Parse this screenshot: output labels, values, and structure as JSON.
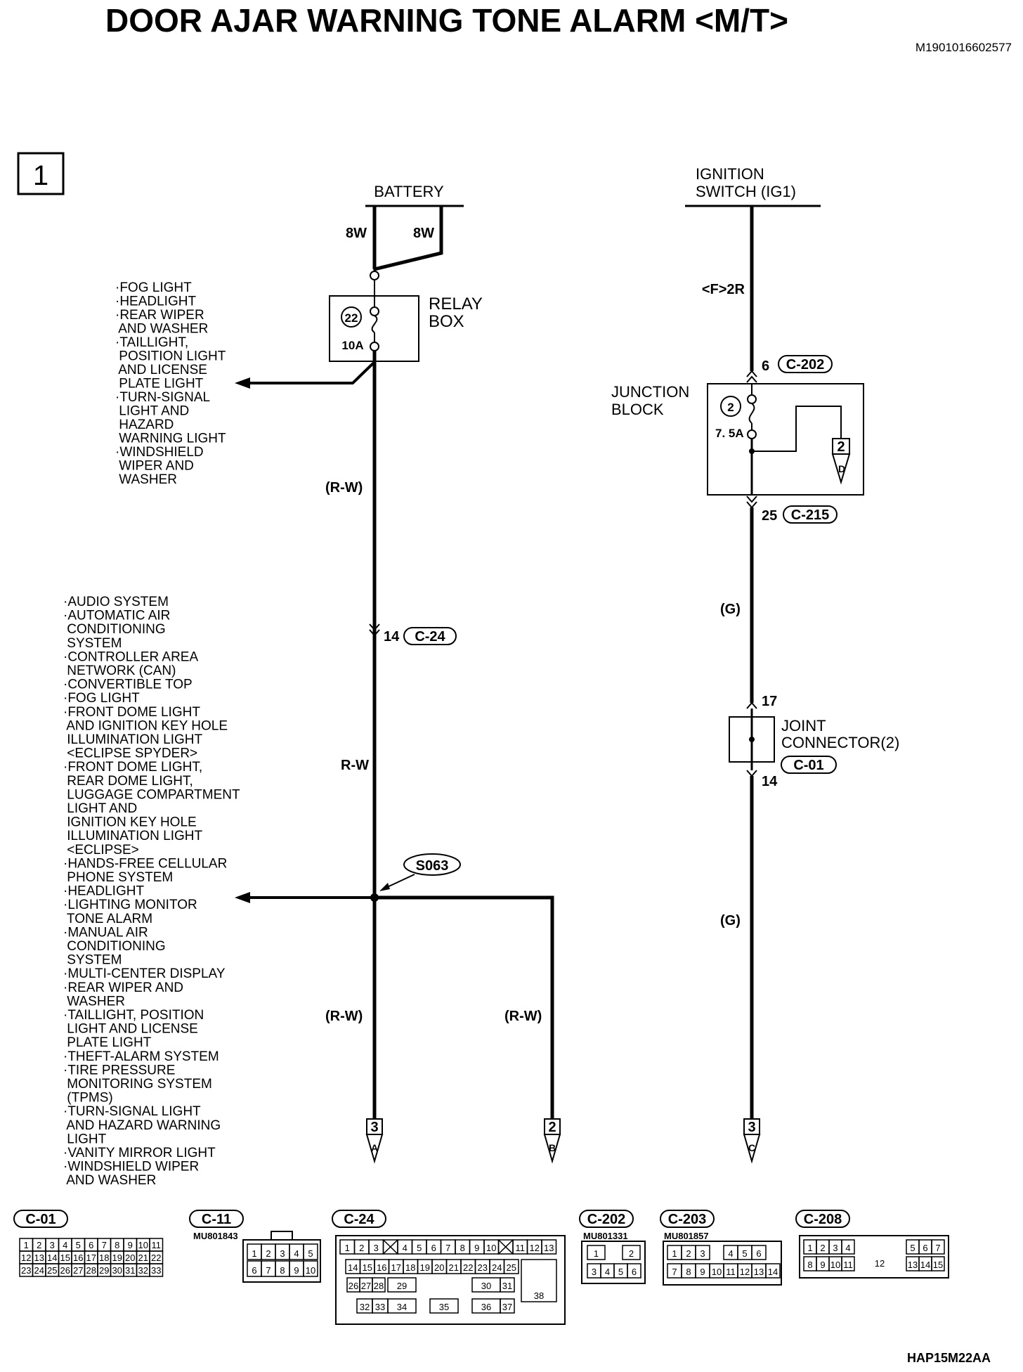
{
  "title": "DOOR AJAR WARNING TONE ALARM <M/T>",
  "doc_id": "M1901016602577",
  "footer_code": "HAP15M22AA",
  "page_number": "1",
  "battery": {
    "label": "BATTERY",
    "wire_left": "8W",
    "wire_right": "8W"
  },
  "relay_box": {
    "label_line1": "RELAY",
    "label_line2": "BOX",
    "fuse_number": "22",
    "fuse_rating": "10A"
  },
  "relay_list": [
    "·FOG LIGHT",
    "·HEADLIGHT",
    "·REAR WIPER",
    " AND WASHER",
    "·TAILLIGHT,",
    " POSITION LIGHT",
    " AND LICENSE",
    " PLATE LIGHT",
    "·TURN-SIGNAL",
    " LIGHT AND",
    " HAZARD",
    " WARNING LIGHT",
    "·WINDSHIELD",
    " WIPER AND",
    " WASHER"
  ],
  "wires": {
    "rw1": "(R-W)",
    "rw2": "R-W",
    "rw3": "(R-W)",
    "rw4": "(R-W)",
    "f2r": "<F>2R",
    "g1": "(G)",
    "g2": "(G)"
  },
  "connector_tags": {
    "c24_pin": "14",
    "c24": "C-24",
    "c202_pin": "6",
    "c202": "C-202",
    "c215_pin": "25",
    "c215": "C-215",
    "c01_top_pin": "17",
    "c01_bottom_pin": "14",
    "c01": "C-01"
  },
  "splice": "S063",
  "ignition": {
    "line1": "IGNITION",
    "line2": "SWITCH (IG1)"
  },
  "junction_block": {
    "line1": "JUNCTION",
    "line2": "BLOCK",
    "fuse_number": "2",
    "fuse_rating": "7. 5A",
    "out_pin": "2",
    "out_letter": "D"
  },
  "joint_connector": {
    "line1": "JOINT",
    "line2": "CONNECTOR(2)"
  },
  "terminals": [
    {
      "pin": "3",
      "letter": "A"
    },
    {
      "pin": "2",
      "letter": "B"
    },
    {
      "pin": "3",
      "letter": "C"
    }
  ],
  "splice_list": [
    "·AUDIO SYSTEM",
    "·AUTOMATIC AIR",
    " CONDITIONING",
    " SYSTEM",
    "·CONTROLLER AREA",
    " NETWORK (CAN)",
    "·CONVERTIBLE TOP",
    "·FOG LIGHT",
    "·FRONT DOME LIGHT",
    " AND IGNITION KEY HOLE",
    " ILLUMINATION LIGHT",
    " <ECLIPSE SPYDER>",
    "·FRONT DOME LIGHT,",
    " REAR DOME LIGHT,",
    " LUGGAGE COMPARTMENT",
    " LIGHT AND",
    " IGNITION KEY HOLE",
    " ILLUMINATION LIGHT",
    " <ECLIPSE>",
    "·HANDS-FREE CELLULAR",
    " PHONE SYSTEM",
    "·HEADLIGHT",
    "·LIGHTING MONITOR",
    " TONE ALARM",
    "·MANUAL AIR",
    " CONDITIONING",
    " SYSTEM",
    "·MULTI-CENTER DISPLAY",
    "·REAR WIPER AND",
    " WASHER",
    "·TAILLIGHT, POSITION",
    " LIGHT AND LICENSE",
    " PLATE LIGHT",
    "·THEFT-ALARM SYSTEM",
    "·TIRE PRESSURE",
    " MONITORING SYSTEM",
    " (TPMS)",
    "·TURN-SIGNAL LIGHT",
    " AND HAZARD WARNING",
    " LIGHT",
    "·VANITY MIRROR LIGHT",
    "·WINDSHIELD WIPER",
    " AND WASHER"
  ],
  "connectors": {
    "c01": {
      "name": "C-01",
      "rows": [
        [
          "1",
          "2",
          "3",
          "4",
          "5",
          "6",
          "7",
          "8",
          "9",
          "10",
          "11"
        ],
        [
          "12",
          "13",
          "14",
          "15",
          "16",
          "17",
          "18",
          "19",
          "20",
          "21",
          "22"
        ],
        [
          "23",
          "24",
          "25",
          "26",
          "27",
          "28",
          "29",
          "30",
          "31",
          "32",
          "33"
        ]
      ]
    },
    "c11": {
      "name": "C-11",
      "part": "MU801843",
      "rows": [
        [
          "1",
          "2",
          "3",
          "4",
          "5"
        ],
        [
          "6",
          "7",
          "8",
          "9",
          "10"
        ]
      ]
    },
    "c24": {
      "name": "C-24",
      "row1": [
        "1",
        "2",
        "3",
        "",
        "4",
        "5",
        "6",
        "7",
        "8",
        "9",
        "10",
        "",
        "11",
        "12",
        "13"
      ],
      "row2": [
        "14",
        "15",
        "16",
        "17",
        "18",
        "19",
        "20",
        "21",
        "22",
        "23",
        "24",
        "25"
      ],
      "row3": [
        "26",
        "27",
        "28",
        "29",
        "30",
        "31"
      ],
      "row4": [
        "32",
        "33",
        "34",
        "35",
        "36",
        "37"
      ],
      "big": "38"
    },
    "c202": {
      "name": "C-202",
      "part": "MU801331",
      "rows": [
        [
          "1",
          "",
          "2"
        ],
        [
          "3",
          "4",
          "5",
          "6"
        ]
      ]
    },
    "c203": {
      "name": "C-203",
      "part": "MU801857",
      "rows": [
        [
          "1",
          "2",
          "3",
          "",
          "4",
          "5",
          "6"
        ],
        [
          "7",
          "8",
          "9",
          "10",
          "11",
          "12",
          "13",
          "14"
        ]
      ]
    },
    "c208": {
      "name": "C-208",
      "rows": [
        [
          "1",
          "2",
          "3",
          "4",
          "12",
          "5",
          "6",
          "7"
        ],
        [
          "8",
          "9",
          "10",
          "11",
          "13",
          "14",
          "15"
        ]
      ]
    }
  }
}
